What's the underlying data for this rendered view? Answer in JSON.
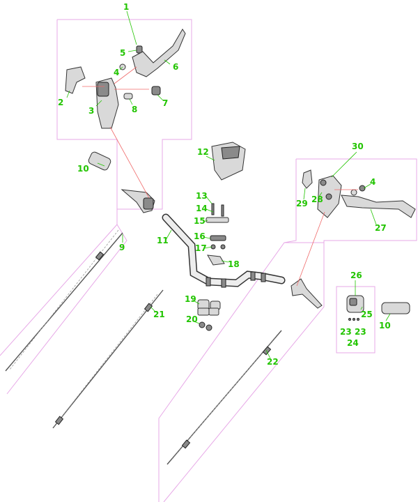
{
  "diagram": {
    "labels": {
      "l1": "1",
      "l2": "2",
      "l3": "3",
      "l4a": "4",
      "l5": "5",
      "l6": "6",
      "l7": "7",
      "l8": "8",
      "l9": "9",
      "l10a": "10",
      "l11": "11",
      "l12": "12",
      "l13": "13",
      "l14": "14",
      "l15": "15",
      "l16": "16",
      "l17": "17",
      "l18": "18",
      "l19": "19",
      "l20": "20",
      "l21": "21",
      "l22": "22",
      "l23a": "23",
      "l23b": "23",
      "l24": "24",
      "l25": "25",
      "l26": "26",
      "l27": "27",
      "l28": "28",
      "l29": "29",
      "l30": "30",
      "l4b": "4",
      "l10b": "10"
    },
    "colors": {
      "label": "#22c400",
      "frame": "#e7a8e7",
      "leader": "#f06a6a"
    }
  }
}
